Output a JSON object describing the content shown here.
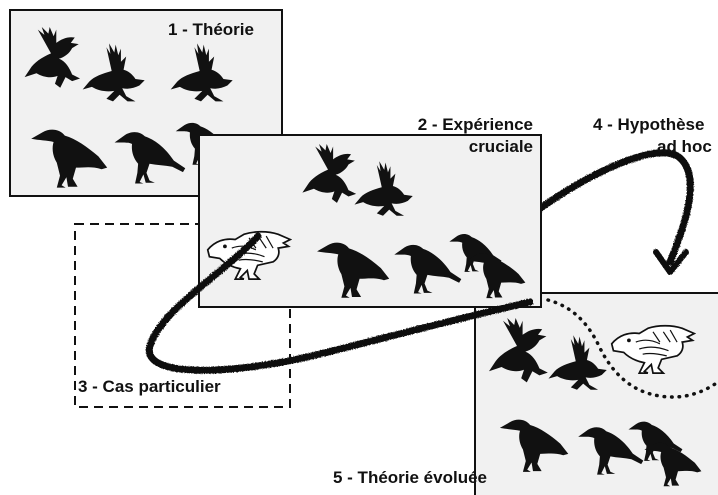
{
  "panels": {
    "theory": {
      "label": "1 - Théorie"
    },
    "crucial": {
      "label_line1": "2 - Expérience",
      "label_line2": "cruciale"
    },
    "special_case": {
      "label": "3 - Cas particulier"
    },
    "adhoc": {
      "label_line1": "4 - Hypothèse",
      "label_line2": "ad hoc"
    },
    "evolved": {
      "label": "5 - Théorie évoluée"
    }
  },
  "colors": {
    "ink": "#111111",
    "panel_fill": "#f1f1f1",
    "background": "#ffffff"
  },
  "icons": {
    "bird": "crow-silhouette-icon",
    "odd_bird": "white-crow-outline-icon"
  }
}
